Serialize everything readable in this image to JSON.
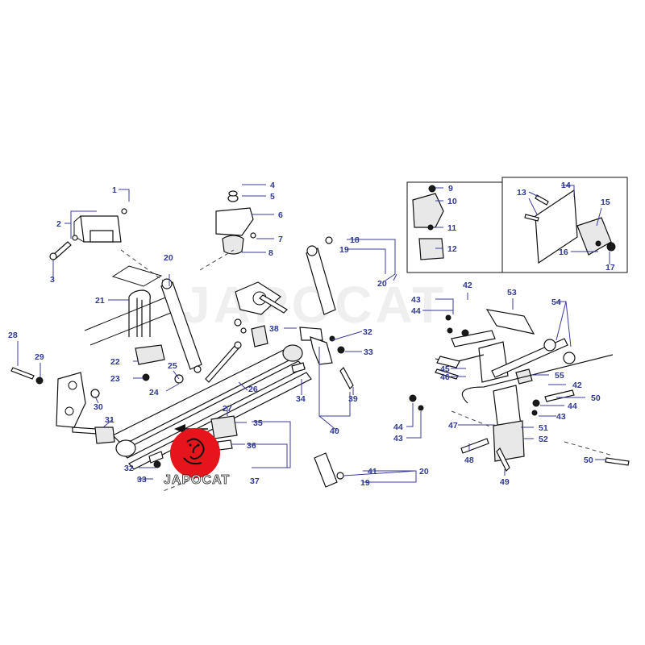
{
  "watermark": "JAPOCAT",
  "logo": {
    "text": "JAPOCAT",
    "color": "#e8141b"
  },
  "colors": {
    "label": "#2f3a8f",
    "line": "#111111"
  },
  "callouts": {
    "c1": "1",
    "c2": "2",
    "c3": "3",
    "c4": "4",
    "c5": "5",
    "c6": "6",
    "c7": "7",
    "c8": "8",
    "c9": "9",
    "c10": "10",
    "c11": "11",
    "c12": "12",
    "c13": "13",
    "c14": "14",
    "c15": "15",
    "c16": "16",
    "c17": "17",
    "c18": "18",
    "c19a": "19",
    "c20a": "20",
    "c20b": "20",
    "c21": "21",
    "c22": "22",
    "c23": "23",
    "c24": "24",
    "c25": "25",
    "c26": "26",
    "c27": "27",
    "c28": "28",
    "c29": "29",
    "c30": "30",
    "c31": "31",
    "c32a": "32",
    "c32b": "32",
    "c33a": "33",
    "c33b": "33",
    "c34": "34",
    "c35": "35",
    "c36": "36",
    "c37": "37",
    "c38": "38",
    "c39": "39",
    "c40": "40",
    "c41": "41",
    "c20c": "20",
    "c19b": "19",
    "c42a": "42",
    "c42b": "42",
    "c43a": "43",
    "c43b": "43",
    "c43c": "43",
    "c44a": "44",
    "c44b": "44",
    "c44c": "44",
    "c45": "45",
    "c46": "46",
    "c47": "47",
    "c48": "48",
    "c49": "49",
    "c50a": "50",
    "c50b": "50",
    "c51": "51",
    "c52": "52",
    "c53": "53",
    "c54": "54",
    "c55": "55"
  }
}
